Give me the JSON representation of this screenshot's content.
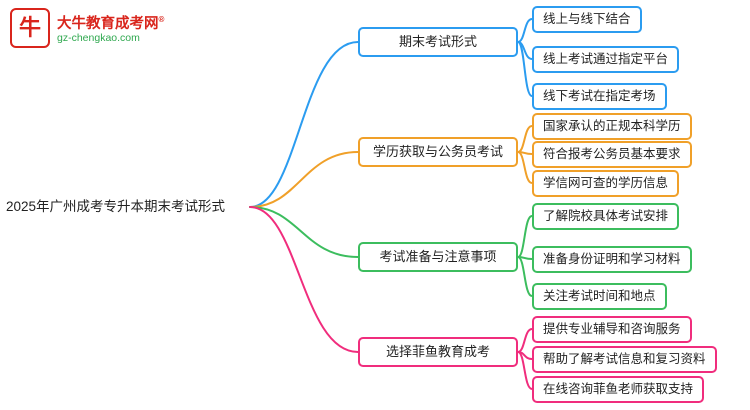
{
  "logo": {
    "icon_glyph": "牛",
    "brand": "大牛教育成考网",
    "registered": "®",
    "domain": "gz-chengkao.com",
    "brand_color": "#d9251c",
    "domain_color": "#2fa84f"
  },
  "root": {
    "label": "2025年广州成考专升本期末考试形式"
  },
  "branches": [
    {
      "label": "期末考试形式",
      "color": "#2b9cf0",
      "children": [
        "线上与线下结合",
        "线上考试通过指定平台",
        "线下考试在指定考场"
      ]
    },
    {
      "label": "学历获取与公务员考试",
      "color": "#f0a029",
      "children": [
        "国家承认的正规本科学历",
        "符合报考公务员基本要求",
        "学信网可查的学历信息"
      ]
    },
    {
      "label": "考试准备与注意事项",
      "color": "#3cbd5e",
      "children": [
        "了解院校具体考试安排",
        "准备身份证明和学习材料",
        "关注考试时间和地点"
      ]
    },
    {
      "label": "选择菲鱼教育成考",
      "color": "#f02d7d",
      "children": [
        "提供专业辅导和咨询服务",
        "帮助了解考试信息和复习资料",
        "在线咨询菲鱼老师获取支持"
      ]
    }
  ]
}
